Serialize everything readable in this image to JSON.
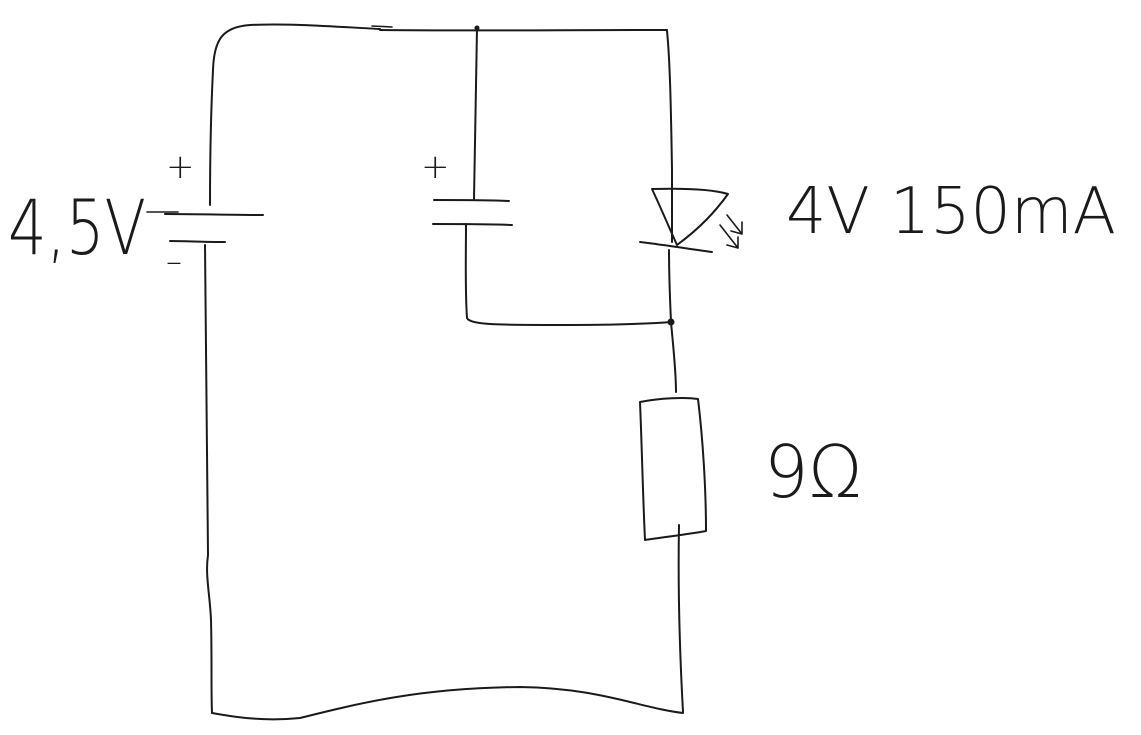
{
  "labels": {
    "battery_voltage": "4,5V",
    "battery_plus": "+",
    "battery_minus": "–",
    "capacitor_plus": "+",
    "led_rating": "4V 150mA",
    "resistor_value": "9Ω"
  },
  "colors": {
    "ink": "#1a1a1a",
    "background": "#ffffff"
  }
}
